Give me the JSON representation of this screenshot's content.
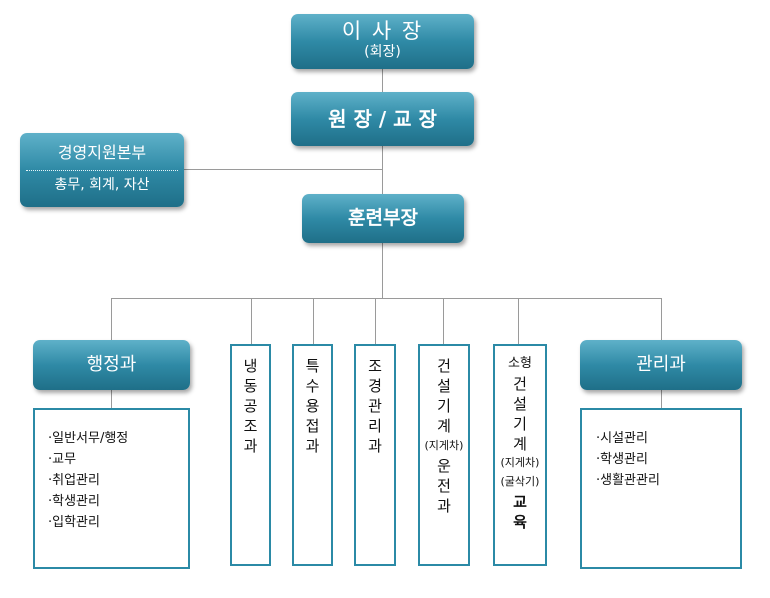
{
  "chairman": {
    "title": "이 사 장",
    "subtitle": "(회장)"
  },
  "president": {
    "title": "원 장 / 교 장"
  },
  "support": {
    "title": "경영지원본부",
    "subtitle": "총무, 회계, 자산"
  },
  "training": {
    "title": "훈련부장"
  },
  "admin": {
    "title": "행정과",
    "items": [
      "·일반서무/행정",
      "·교무",
      "·취업관리",
      "·학생관리",
      "·입학관리"
    ]
  },
  "cold": {
    "chars": [
      "냉",
      "동",
      "공",
      "조",
      "과"
    ]
  },
  "special": {
    "chars": [
      "특",
      "수",
      "용",
      "접",
      "과"
    ]
  },
  "landscape": {
    "chars": [
      "조",
      "경",
      "관",
      "리",
      "과"
    ]
  },
  "construction": {
    "chars1": [
      "건",
      "설",
      "기",
      "계"
    ],
    "note": "(지게차)",
    "chars2": [
      "운",
      "전",
      "과"
    ]
  },
  "small_construction": {
    "top": "소형",
    "chars1": [
      "건",
      "설",
      "기",
      "계"
    ],
    "note1": "(지게차)",
    "note2": "(굴삭기)",
    "chars2": [
      "교",
      "육"
    ]
  },
  "management": {
    "title": "관리과",
    "items": [
      "·시설관리",
      "·학생관리",
      "·생활관관리"
    ]
  }
}
